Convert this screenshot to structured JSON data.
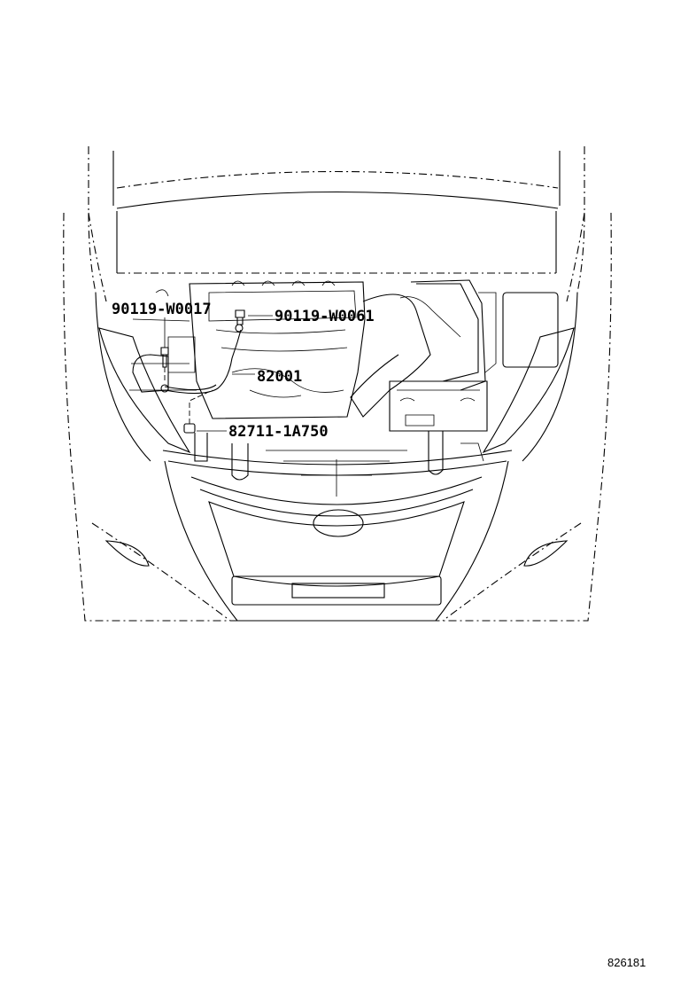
{
  "callouts": [
    {
      "id": "bolt-left",
      "part_number": "90119-W0017"
    },
    {
      "id": "bolt-right",
      "part_number": "90119-W0061"
    },
    {
      "id": "wire-harness",
      "part_number": "82001"
    },
    {
      "id": "clamp",
      "part_number": "82711-1A750"
    }
  ],
  "diagram_ref": "826181",
  "icons": {
    "bolt": "bolt-icon",
    "clamp": "clamp-icon"
  }
}
